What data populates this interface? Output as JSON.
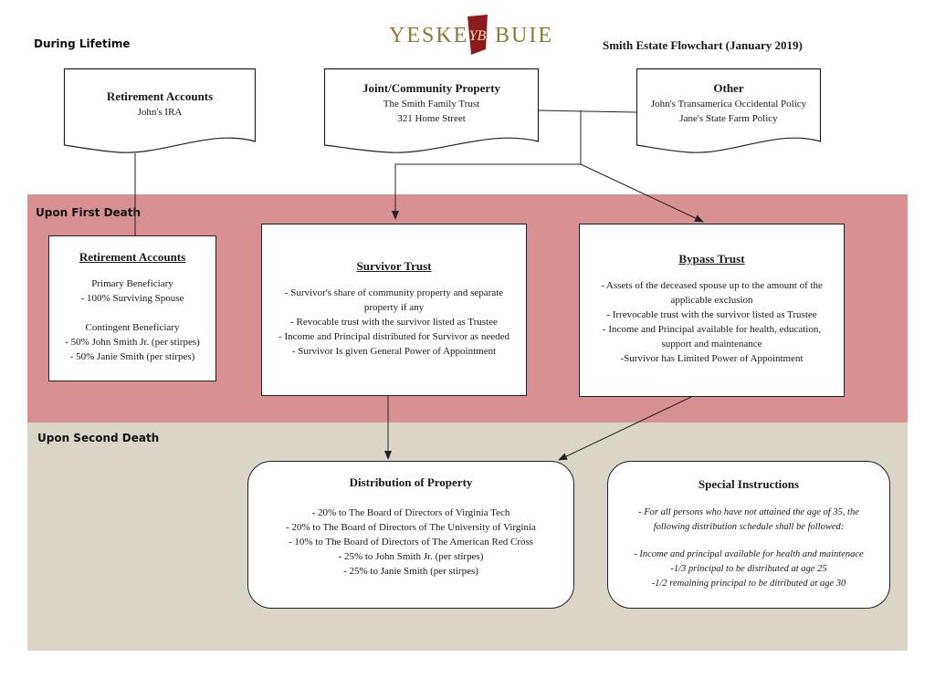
{
  "header": {
    "logo_left": "YESKE",
    "logo_right": "BUIE",
    "logo_mark": "YB",
    "title": "Smith Estate Flowchart (January 2019)"
  },
  "sections": {
    "lifetime": "During Lifetime",
    "first_death": "Upon First Death",
    "second_death": "Upon Second Death"
  },
  "lifetime_boxes": {
    "retirement": {
      "title": "Retirement Accounts",
      "lines": [
        "John's IRA"
      ]
    },
    "joint": {
      "title": "Joint/Community Property",
      "lines": [
        "The Smith Family Trust",
        "321 Home Street"
      ]
    },
    "other": {
      "title": "Other",
      "lines": [
        "John's Transamerica Occidental Policy",
        "Jane's State Farm Policy"
      ]
    }
  },
  "first_death_boxes": {
    "retirement": {
      "title": "Retirement Accounts",
      "primary_heading": "Primary Beneficiary",
      "primary_lines": [
        "- 100% Surviving Spouse"
      ],
      "contingent_heading": "Contingent Beneficiary",
      "contingent_lines": [
        "- 50% John Smith Jr. (per stirpes)",
        "- 50% Janie Smith (per stirpes)"
      ]
    },
    "survivor": {
      "title": "Survivor Trust",
      "lines": [
        "- Survivor's share of community property and separate property if any",
        "- Revocable trust with the survivor listed as Trustee",
        "- Income and Principal distributed for Survivor as needed",
        "- Survivor Is given General Power of Appointment"
      ]
    },
    "bypass": {
      "title": "Bypass Trust",
      "lines": [
        "- Assets of the deceased spouse up to the amount of the applicable exclusion",
        "- Irrevocable trust with the survivor listed as Trustee",
        "- Income and Principal available for health, education, support and maintenance",
        "-Survivor has Limited Power of Appointment"
      ]
    }
  },
  "second_death_boxes": {
    "distribution": {
      "title": "Distribution of Property",
      "lines": [
        "- 20% to The Board of Directors of Virginia Tech",
        "- 20% to The Board of Directors of The University of Virginia",
        "- 10% to The Board of Directors of The American Red Cross",
        "- 25% to John Smith Jr. (per stirpes)",
        "- 25% to Janie Smith (per stirpes)"
      ]
    },
    "special": {
      "title": "Special Instructions",
      "intro": "- For all persons who have not attained the age of 35, the following distribution schedule shall be followed:",
      "lines": [
        "- Income and principal available for health and maintenace",
        "-1/3 principal to be distributed at age 25",
        "-1/2 remaining principal to be ditributed at age 30"
      ]
    }
  },
  "colors": {
    "first_death_band": "#d89092",
    "second_death_band": "#dad5c6",
    "logo_gold": "#8b7a3a",
    "logo_mark": "#8e1b1b"
  }
}
